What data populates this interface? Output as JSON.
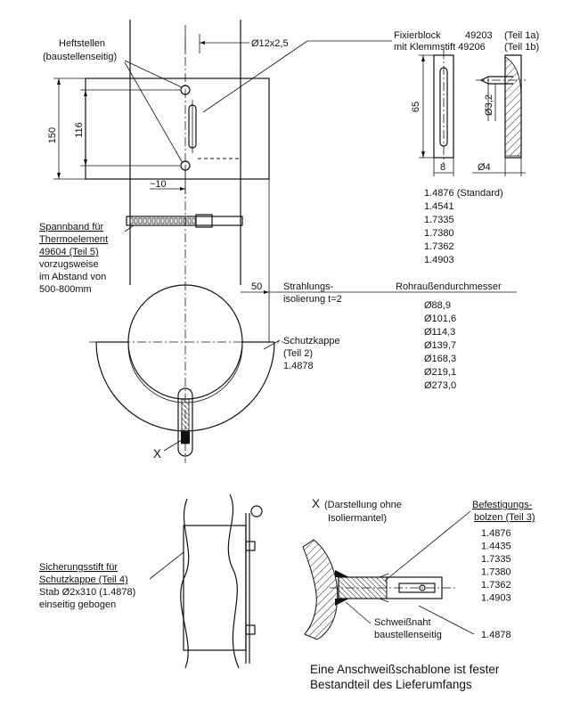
{
  "labels": {
    "heftstellen_1": "Heftstellen",
    "heftstellen_2": "(baustellenseitig)",
    "dim_d12": "Ø12x2,5",
    "fixierblock": "Fixierblock",
    "fixierblock_nr": "49203",
    "fixierblock_teil": "(Teil 1a)",
    "klemmstift": "mit Klemmstift 49206",
    "klemmstift_teil": "(Teil 1b)",
    "dim_65": "65",
    "dim_d32": "Ø3,2",
    "dim_8": "8",
    "dim_d4": "Ø4",
    "dim_150": "150",
    "dim_116": "116",
    "dim_10": "~10",
    "spannband_1": "Spannband für",
    "spannband_2": "Thermoelement",
    "spannband_3": "49604 (Teil 5)",
    "spannband_4": "vorzugsweise",
    "spannband_5": "im Abstand von",
    "spannband_6": "500-800mm",
    "dim_50": "50",
    "strahlung_1": "Strahlungs-",
    "strahlung_2": "isolierung t=2",
    "rohr_title": "Rohraußendurchmesser",
    "schutzkappe_1": "Schutzkappe",
    "schutzkappe_2": "(Teil 2)",
    "schutzkappe_3": "1.4878",
    "x_mark": "X",
    "sicherung_1": "Sicherungsstift für",
    "sicherung_2": "Schutzkappe (Teil 4)",
    "sicherung_3": "Stab Ø2x310 (1.4878)",
    "sicherung_4": "einseitig gebogen",
    "x_detail": "X",
    "darstellung_1": "(Darstellung ohne",
    "darstellung_2": "Isoliermantel)",
    "bolzen_1": "Befestigungs-",
    "bolzen_2": "bolzen (Teil 3)",
    "schweiss_1": "Schweißnaht",
    "schweiss_2": "baustellenseitig",
    "schweiss_mat": "1.4878",
    "footer_1": "Eine Anschweißschablone ist fester",
    "footer_2": "Bestandteil des Lieferumfangs"
  },
  "materials_fix": [
    "1.4876 (Standard)",
    "1.4541",
    "1.7335",
    "1.7380",
    "1.7362",
    "1.4903"
  ],
  "diameters": [
    "Ø88,9",
    "Ø101,6",
    "Ø114,3",
    "Ø139,7",
    "Ø168,3",
    "Ø219,1",
    "Ø273,0"
  ],
  "materials_bolt": [
    "1.4876",
    "1.4435",
    "1.7335",
    "1.7380",
    "1.7362",
    "1.4903"
  ]
}
